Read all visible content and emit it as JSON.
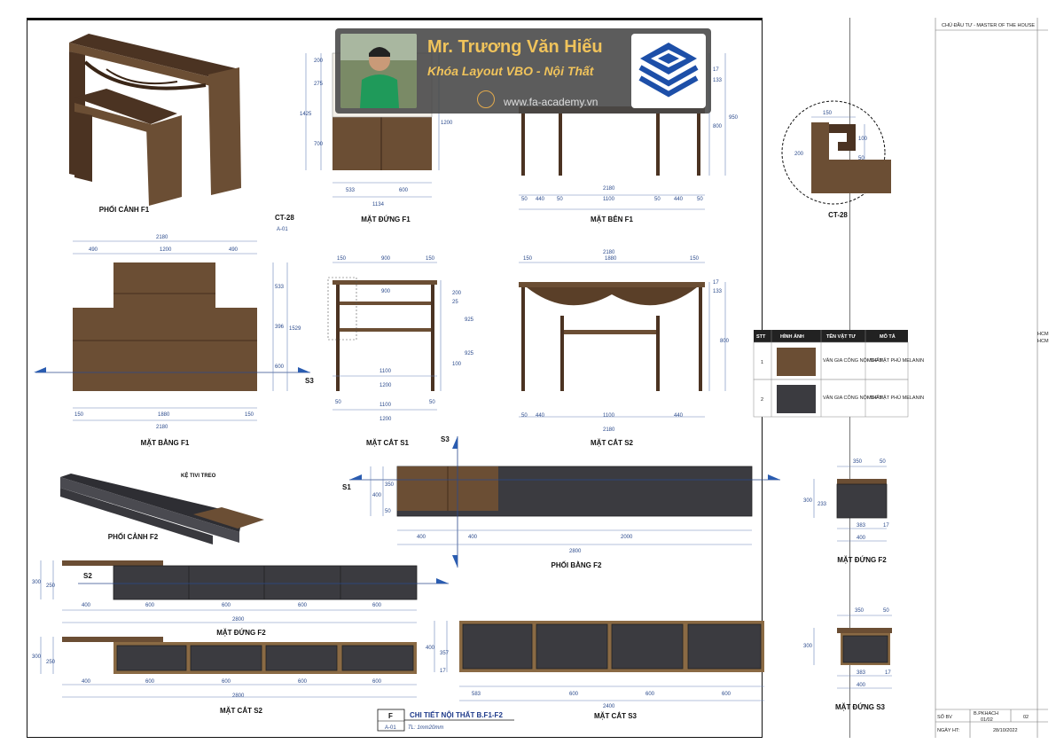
{
  "banner": {
    "name": "Mr. Trương Văn Hiếu",
    "course": "Khóa Layout VBO - Nội Thất",
    "website": "www.fa-academy.vn"
  },
  "labels": {
    "phoi_canh_f1": "PHỐI CẢNH F1",
    "mat_dung_f1": "MẶT ĐỨNG F1",
    "mat_ben_f1": "MẶT BÊN F1",
    "ct28": "CT-28",
    "mat_bang_f1": "MẶT BẰNG F1",
    "mat_cat_s1": "MẶT CẮT S1",
    "mat_cat_s2_top": "MẶT CẮT S2",
    "phoi_canh_f2": "PHỐI CẢNH F2",
    "ke_tivi_treo": "KỆ TIVI TREO",
    "phoi_bang_f2": "PHỐI BẰNG F2",
    "mat_dung_f2_right": "MẶT ĐỨNG F2",
    "mat_dung_f2": "MẶT ĐỨNG F2",
    "mat_cat_s2": "MẶT CẮT S2",
    "mat_cat_s3": "MẶT CẮT S3",
    "mat_dung_s3": "MẶT ĐỨNG S3",
    "ct28_tag": "CT-28",
    "ct28_ref": "A-01",
    "s1": "S1",
    "s2": "S2",
    "s3": "S3",
    "s3_bang": "S3"
  },
  "title_block": {
    "letter": "F",
    "ref": "A-01",
    "title": "CHI TIẾT NỘI THẤT B.F1-F2",
    "scale": "TL: 1mm20mm"
  },
  "material_table": {
    "headers": [
      "STT",
      "HÌNH ẢNH",
      "TÊN VẬT TƯ",
      "MÔ TẢ"
    ],
    "rows": [
      {
        "stt": "1",
        "name": "VÂN GIA CÔNG NỘI THẤT",
        "desc": "MDF MẶT PHỦ MELANIN",
        "color": "#6b4e34"
      },
      {
        "stt": "2",
        "name": "VÂN GIA CÔNG NỘI THẤT",
        "desc": "MDF MẶT PHỦ MELANIN",
        "color": "#3b3b40"
      }
    ]
  },
  "side_panel": {
    "owner": "CHỦ ĐẦU TƯ - MASTER OF THE HOUSE",
    "so_bv_label": "SỐ BV",
    "so_bv_value": "B.PKHACH",
    "so_bv_sheet": "01/02",
    "so_bv_num": "02",
    "ngay_label": "NGÀY HT:",
    "ngay_value": "28/10/2022",
    "hcm1": "HCM",
    "hcm2": "HCM"
  },
  "dims": {
    "f1_2180": "2180",
    "f1_490": "490",
    "f1_1200": "1200",
    "f1_150": "150",
    "f1_1880": "1880",
    "f1_533": "533",
    "f1_396": "396",
    "f1_600": "600",
    "f1_1529": "1529",
    "md_533": "533",
    "md_600": "600",
    "md_1134": "1134",
    "md_200": "200",
    "md_275": "275",
    "md_1425": "1425",
    "md_700": "700",
    "md_1200": "1200",
    "mb_2180": "2180",
    "mb_50": "50",
    "mb_440": "440",
    "mb_1100": "1100",
    "mb_950": "950",
    "mb_800": "800",
    "mb_17": "17",
    "mb_133": "133",
    "s1_150": "150",
    "s1_900": "900",
    "s1_1100": "1100",
    "s1_1200": "1200",
    "s1_925": "925",
    "s1_200": "200",
    "s1_25": "25",
    "s1_100": "100",
    "s1_50": "50",
    "s2_2180": "2180",
    "s2_150": "150",
    "s2_1880": "1880",
    "s2_440": "440",
    "s2_1100": "1100",
    "s2_50": "50",
    "s2_800": "800",
    "s2_17": "17",
    "s2_133": "133",
    "ct_150": "150",
    "ct_100": "100",
    "ct_200": "200",
    "ct_50": "50",
    "pb_400": "400",
    "pb_2000": "2000",
    "pb_2800": "2800",
    "pb_350": "350",
    "pb_50": "50",
    "mdf2_350": "350",
    "mdf2_50": "50",
    "mdf2_300": "300",
    "mdf2_233": "233",
    "mdf2_383": "383",
    "mdf2_17": "17",
    "mdf2_400": "400",
    "df2_300": "300",
    "df2_250": "250",
    "df2_400": "400",
    "df2_600": "600",
    "df2_2800": "2800",
    "cs3_2400": "2400",
    "cs3_583": "583",
    "cs3_600": "600",
    "cs3_400": "400",
    "cs3_357": "357",
    "cs3_17": "17",
    "ds3_350": "350",
    "ds3_50": "50",
    "ds3_300": "300",
    "ds3_383": "383",
    "ds3_17": "17",
    "ds3_400": "400"
  }
}
